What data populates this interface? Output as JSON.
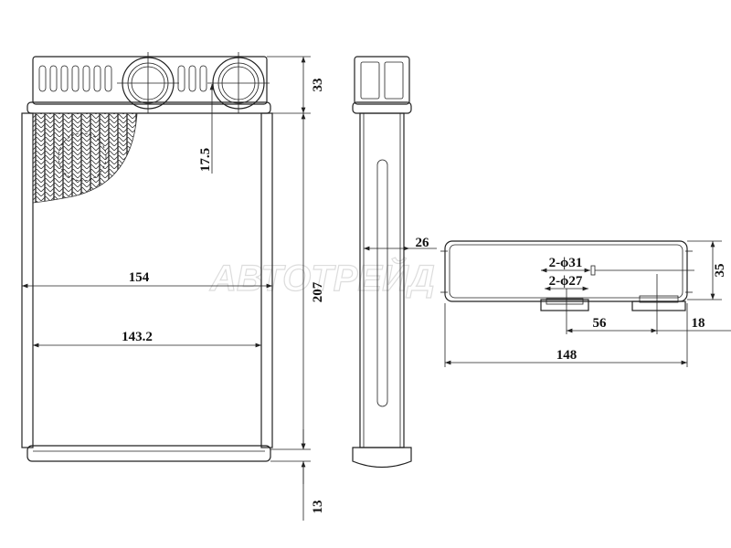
{
  "watermark": "АВТОТРЕЙД",
  "dimensions": {
    "header_height": "33",
    "pipe_offset": "17.5",
    "overall_width": "154",
    "core_width": "143.2",
    "core_height": "207",
    "bottom_tank_height": "13",
    "thickness": "26",
    "outlet_outer_dia": "2-ϕ31",
    "outlet_inner_dia": "2-ϕ27",
    "depth": "35",
    "pipe_spacing": "56",
    "pipe_edge_offset": "18",
    "overall_length": "148"
  }
}
